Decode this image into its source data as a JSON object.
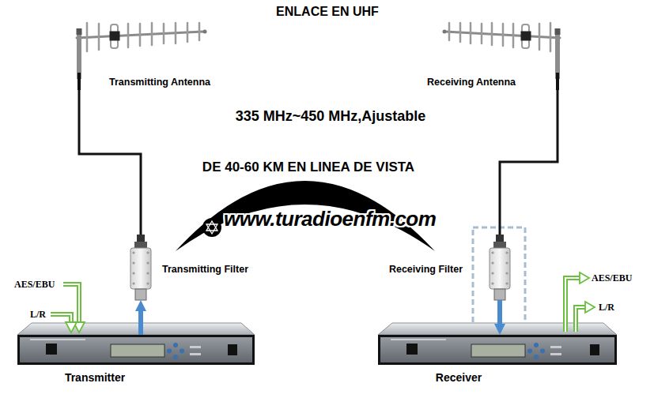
{
  "diagram": {
    "title": "ENLACE EN UHF",
    "nodes": [
      {
        "text": [
          "Transmitting Antenna"
        ]
      },
      {
        "text": [
          "Receiving Antenna"
        ]
      },
      {
        "text": [
          "Transmitting Filter"
        ]
      },
      {
        "text": [
          "Receiving Filter"
        ]
      },
      {
        "text": [
          "Transmitter"
        ]
      },
      {
        "text": [
          "Receiver"
        ]
      }
    ],
    "edges": [
      {
        "from": 0,
        "to": 2,
        "arrow": "none"
      },
      {
        "from": 1,
        "to": 3,
        "arrow": "none"
      },
      {
        "from": 4,
        "to": 2,
        "arrow": "to"
      },
      {
        "from": 3,
        "to": 5,
        "arrow": "to"
      }
    ],
    "labels": [
      "335 MHz~450 MHz,Ajustable",
      "DE 40-60 KM EN LINEA DE VISTA",
      "www.turadioenfm.com",
      "AES/EBU",
      "L/R",
      "AES/EBU",
      "L/R"
    ]
  }
}
